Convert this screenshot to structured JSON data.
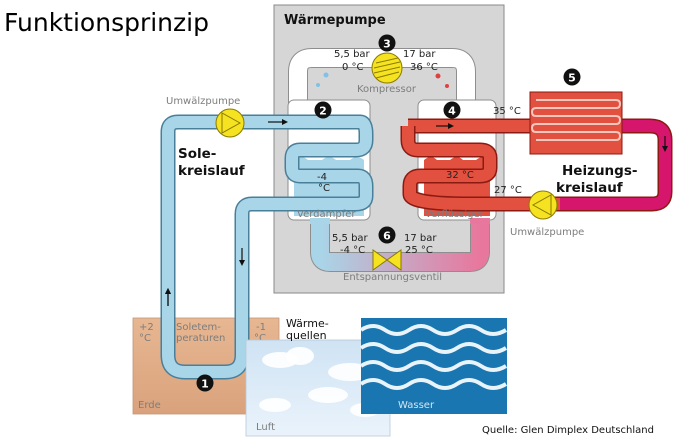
{
  "title": "Funktionsprinzip",
  "heat_pump": {
    "title": "Wärmepumpe",
    "compressor_label": "Kompressor",
    "evaporator_label": "Verdampfer",
    "condenser_label": "Verflüssiger",
    "valve_label": "Entspannungsventil",
    "left_top_pressure": "5,5 bar",
    "left_top_temp": "0 °C",
    "right_top_pressure": "17 bar",
    "right_top_temp": "36 °C",
    "left_bottom_pressure": "5,5 bar",
    "left_bottom_temp": "-4 °C",
    "right_bottom_pressure": "17 bar",
    "right_bottom_temp": "25 °C",
    "evaporator_temp": "-4",
    "evaporator_unit": "°C",
    "condenser_temp": "32 °C"
  },
  "brine": {
    "title_line1": "Sole-",
    "title_line2": "kreislauf",
    "pump_label": "Umwälzpumpe"
  },
  "heating": {
    "title_line1": "Heizungs-",
    "title_line2": "kreislauf",
    "pump_label": "Umwälzpumpe",
    "supply_temp": "35 °C",
    "return_temp": "27 °C"
  },
  "sources": {
    "title_line1": "Wärme-",
    "title_line2": "quellen",
    "earth_label": "Erde",
    "air_label": "Luft",
    "water_label": "Wasser",
    "brine_temp_label_line1": "Soletem-",
    "brine_temp_label_line2": "peraturen",
    "temp_in": "+2",
    "temp_in_unit": "°C",
    "temp_out": "-1",
    "temp_out_unit": "°C"
  },
  "markers": [
    "1",
    "2",
    "3",
    "4",
    "5",
    "6"
  ],
  "source_credit": "Quelle: Glen Dimplex Deutschland",
  "colors": {
    "brine": "#a9d5e8",
    "brine_border": "#4a7f9a",
    "hot": "#e0503e",
    "hot_border": "#8b1a12",
    "heating_pipe": "#d6156d",
    "heat_pump_box": "#d6d6d6",
    "pump_yellow": "#f5e322",
    "earth": "#e3b08c",
    "water": "#1a76b0"
  }
}
